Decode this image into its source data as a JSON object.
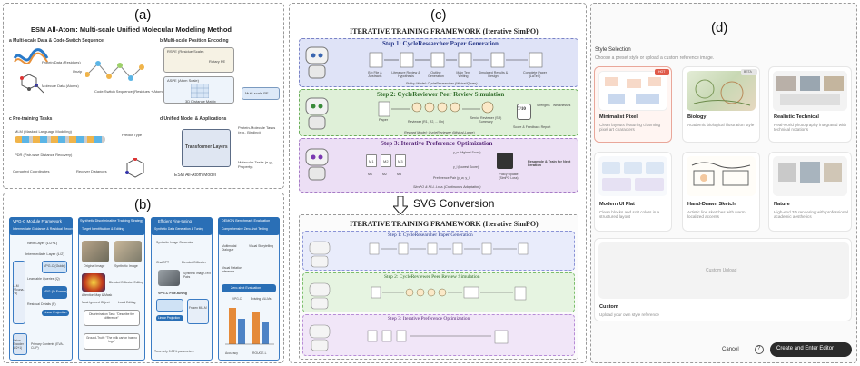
{
  "panel_a": {
    "label": "(a)",
    "title": "ESM All-Atom: Multi-scale Unified Molecular Modeling Method",
    "sec_a": "a  Multi-scale Data & Code-Switch Sequence",
    "sec_b": "b  Multi-scale Position Encoding",
    "sec_c": "c  Pre-training Tasks",
    "sec_d": "d  Unified Model & Applications",
    "protein": "Protein Data (Residues)",
    "molecule": "Molecule Data (Atoms)",
    "unzip": "Unzip",
    "codeswitch": "Code-Switch Sequence (Residues + Atoms)",
    "rspe": "RSPE (Residue Scale)",
    "rotary": "Rotary PE",
    "aspe": "ASPE (Atom Scale)",
    "dist3d": "3D Distance Matrix",
    "mspe": "Multi-scale PE",
    "mlm": "MLM (Masked Language Modeling)",
    "predict": "Predict Type",
    "pdr": "PDR (Pair-wise Distance Recovery)",
    "corrupt": "Corrupted Coordinates",
    "recover": "Recover Distances",
    "transformer": "Transformer Layers",
    "esm_model": "ESM All-Atom Model",
    "app1": "Protein-Molecule Tasks (e.g., Binding)",
    "app2": "Molecular Tasks (e.g., Property)"
  },
  "panel_b": {
    "label": "(b)",
    "col1_title": "VPG-C Module Framework",
    "col1_sub": "Intermediate Guidance & Residual Recovery",
    "next_layer": "Next Layer (L/2+1)",
    "inter_layer": "Intermediate Layer (L/2)",
    "vpgc_guide": "VPG-C (Guide)",
    "learnable": "Learnable Queries (Q)",
    "vpg": "VPG (Q-Former)",
    "llm": "LLM (Vicuna-7B)",
    "linproj": "Linear Projection",
    "primary": "Primary Contents (EVA-CLIP)",
    "vision": "Vision Encoder (L/2+1)",
    "residual": "Residual Details (F)",
    "col2_title": "Synthetic Discriminative Training Strategy",
    "col2_sub": "Target Identification & Editing",
    "orig": "Original Image",
    "synth": "Synthetic Image",
    "attn": "Attention Map & Mask",
    "blended": "Blended Diffusion Editing",
    "most": "Most Ignored Object",
    "local": "Local Editing",
    "disc": "Discrimination Task: \"Describe the difference\"",
    "ground": "Ground-Truth: \"The milk carton has no logo\"",
    "col3_title": "Efficient Fine-tuning",
    "col3_sub": "Synthetic Data Generation & Tuning",
    "synth_gen": "Synthetic Image Generator",
    "chatgpt": "ChatGPT",
    "blended2": "Blended Diffusion",
    "pairs": "Synthetic Image-Text Pairs",
    "vpgc_fine": "VPG-C Fine-tuning",
    "frozen": "Frozen MLLM",
    "tune_only": "Tune only 0.08% parameters",
    "col4_title": "DEMON Benchmark Evaluation",
    "col4_sub": "Comprehensive Zero-shot Testing",
    "multimodal": "Multimodal Dialogue",
    "visual_story": "Visual Storytelling",
    "visual_rel": "Visual Relation Inference",
    "zero_shot": "Zero-shot Evaluation",
    "legend_a": "VPG-C",
    "legend_b": "Existing MLLMs",
    "x1": "Accuracy",
    "x2": "ROUGE-L"
  },
  "panel_c": {
    "label": "(c)",
    "title_top": "ITERATIVE TRAINING FRAMEWORK (Iterative SimPO)",
    "step1": "Step 1: CycleResearcher Paper Generation",
    "step2": "Step 2: CycleReviewer Peer Review Simulation",
    "step3": "Step 3: Iterative Preference Optimization",
    "s1_nodes": [
      "Bib File & Abstracts",
      "Literature Review & Hypothesis",
      "Outline Generation",
      "Main Text Writing",
      "Simulated Results & Design",
      "Complete Paper (LaTeX)"
    ],
    "s1_policy": "Policy Model: CycleResearcher (Mistral/Qwen)",
    "s2_nodes": [
      "Paper",
      "Reviewer (R1, R2, ... Rn)",
      "Senior Reviewer (SR) Summary",
      "Score & Feedback Report"
    ],
    "strengths": "Strengths",
    "weaknesses": "Weaknesses",
    "score": "7/10",
    "s2_reward": "Reward Model: CycleReviewer (Mistral-Large)",
    "s3_nodes": [
      "M1",
      "M2",
      "M3",
      "M1",
      "M2",
      "M3"
    ],
    "pref_pair": "Preference Pair (y_w, y_l)",
    "highest": "y_w (Highest Score)",
    "lowest": "y_l (Lowest Score)",
    "policy_update": "Policy Update (SimPO Loss)",
    "simpo": "SimPO & NLL Loss (Continuous Adaptation)",
    "resample": "Resample & Train for Next Iteration",
    "conversion": "SVG Conversion",
    "title_bottom": "ITERATIVE TRAINING FRAMEWORK (Iterative SimPO)"
  },
  "panel_d": {
    "label": "(d)",
    "heading": "Style Selection",
    "subheading": "Choose a preset style or upload a custom reference image.",
    "styles": [
      {
        "name": "Minimalist Pixel",
        "desc": "Clean layouts featuring charming pixel art characters",
        "badge": "HOT"
      },
      {
        "name": "Biology",
        "desc": "Academic biological illustration style",
        "badge": "BETA"
      },
      {
        "name": "Realistic Technical",
        "desc": "Real-world photography integrated with technical notations",
        "badge": ""
      },
      {
        "name": "Modern UI Flat",
        "desc": "Clean blocks and soft colors in a structured layout",
        "badge": ""
      },
      {
        "name": "Hand-Drawn Sketch",
        "desc": "Artistic line sketches with warm, localized accents",
        "badge": ""
      },
      {
        "name": "Nature",
        "desc": "High-end 3D rendering with professional academic aesthetics",
        "badge": ""
      }
    ],
    "custom_upload": "Custom Upload",
    "custom_name": "Custom",
    "custom_desc": "Upload your own style reference",
    "cancel": "Cancel",
    "help": "?",
    "create": "Create and Enter Editor"
  },
  "colors": {
    "step1_bg": "#dfe3f7",
    "step2_bg": "#dff0d8",
    "step3_bg": "#ecdff5",
    "hot": "#e05a4a",
    "create_btn": "#2b2b2b",
    "vpg_blue": "#2a6fb6"
  }
}
